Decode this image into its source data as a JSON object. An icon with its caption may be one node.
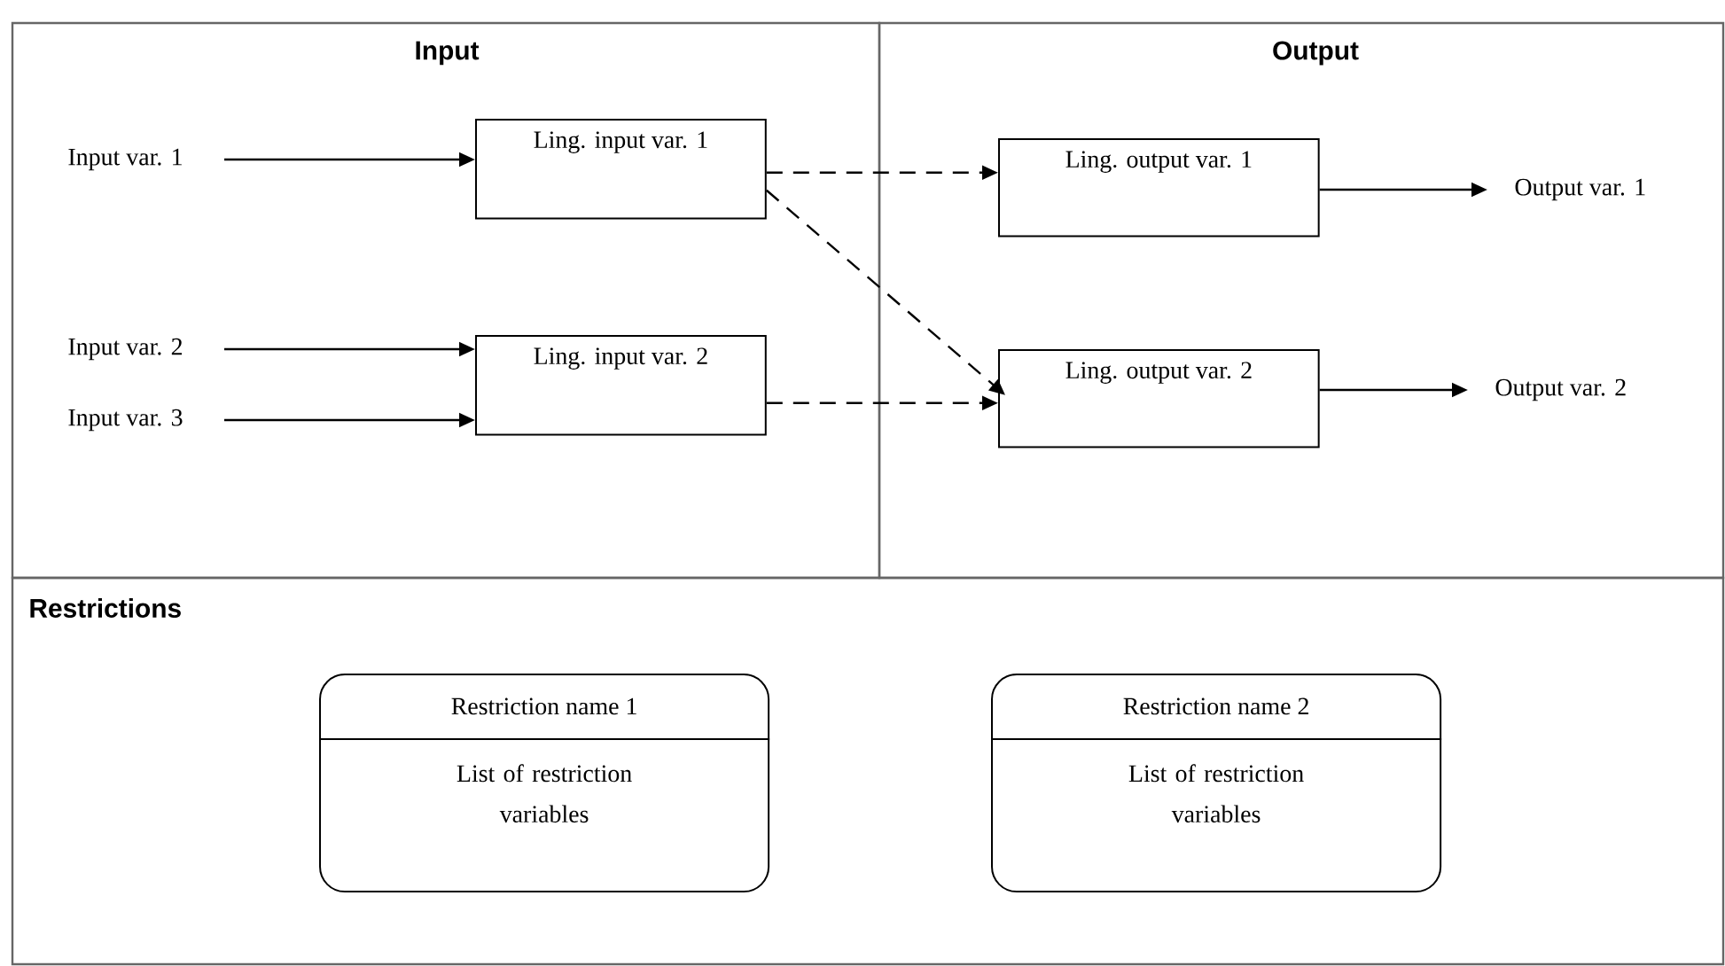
{
  "diagram": {
    "nodes": [
      {
        "text": [
          "Input"
        ]
      },
      {
        "text": [
          "Output"
        ]
      },
      {
        "text": [
          "Restrictions"
        ]
      },
      {
        "text": [
          "Input var. 1"
        ],
        "in": 0
      },
      {
        "text": [
          "Input var. 2"
        ],
        "in": 0
      },
      {
        "text": [
          "Input var. 3"
        ],
        "in": 0
      },
      {
        "text": [
          "Ling. input var. 1"
        ],
        "in": 0
      },
      {
        "text": [
          "Ling. input var. 2"
        ],
        "in": 0
      },
      {
        "text": [
          "Ling. output var. 1"
        ],
        "in": 1
      },
      {
        "text": [
          "Ling. output var. 2"
        ],
        "in": 1
      },
      {
        "text": [
          "Output var. 1"
        ],
        "in": 1
      },
      {
        "text": [
          "Output var. 2"
        ],
        "in": 1
      },
      {
        "text": [
          "Restriction name 1",
          "List of restriction variables"
        ],
        "in": 2
      },
      {
        "text": [
          "Restriction name 2",
          "List of restriction variables"
        ],
        "in": 2
      }
    ],
    "edges": [
      {
        "from": 3,
        "to": 6,
        "arrow": "to"
      },
      {
        "from": 4,
        "to": 7,
        "arrow": "to"
      },
      {
        "from": 5,
        "to": 7,
        "arrow": "to"
      },
      {
        "from": 6,
        "to": 8,
        "arrow": "to",
        "style": "dashed"
      },
      {
        "from": 6,
        "to": 9,
        "arrow": "to",
        "style": "dashed"
      },
      {
        "from": 7,
        "to": 9,
        "arrow": "to",
        "style": "dashed"
      },
      {
        "from": 8,
        "to": 10,
        "arrow": "to"
      },
      {
        "from": 9,
        "to": 11,
        "arrow": "to"
      }
    ]
  }
}
